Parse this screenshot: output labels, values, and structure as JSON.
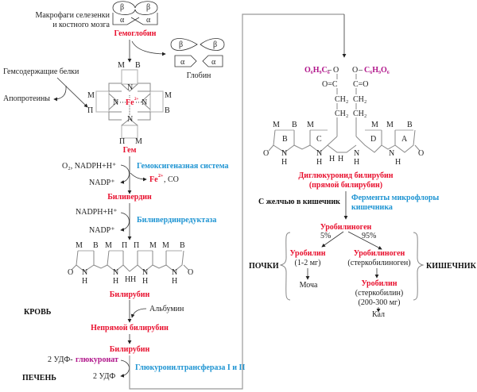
{
  "hemoglobin": {
    "source": [
      "Макрофаги селезенки",
      "и костного мозга"
    ],
    "label": "Гемоглобин",
    "subunits": [
      "β",
      "β",
      "α",
      "α"
    ],
    "globin_label": "Глобин"
  },
  "heme": {
    "side_input": "Гемсодержащие белки",
    "side_output": "Апопротеины",
    "substituents": [
      "М",
      "В",
      "М",
      "М",
      "П",
      "В",
      "П",
      "М"
    ],
    "center": "Fe",
    "center_charge": "2+",
    "nitrogen": "N",
    "label": "Гем"
  },
  "step1": {
    "inputs": "O₂, NADPH+H⁺",
    "output": "NADP⁺",
    "enzyme": "Гемоксигеназная система",
    "products_fe": "Fe",
    "products_fe_charge": "2+",
    "products_co": ", CO"
  },
  "biliverdin": {
    "label": "Биливердин"
  },
  "step2": {
    "input": "NADPH+H⁺",
    "output": "NADP⁺",
    "enzyme": "Биливердинредуктаза"
  },
  "bilirubin_structure": {
    "top_labels": [
      "М",
      "В",
      "М",
      "П",
      "П",
      "М",
      "М",
      "В"
    ],
    "o": "O",
    "n": "N",
    "h": "H"
  },
  "blood": {
    "section_label": "КРОВЬ",
    "bilirubin": "Билирубин",
    "albumin": "Альбумин",
    "indirect": "Непрямой билирубин"
  },
  "liver": {
    "section_label": "ПЕЧЕНЬ",
    "bilirubin": "Билирубин",
    "udp_prefix": "2 УДФ-",
    "udp_glucuronate": "глюкуронат",
    "udp_out": "2 УДФ",
    "enzyme": "Глюкуронилтрансфераза I и II"
  },
  "conjugate": {
    "left_group": "O₆H₉C₆",
    "right_group": "C₆H₉O₆",
    "o": "O",
    "dash": "–",
    "carbonyl_left": "O=C",
    "carbonyl_right": "C=O",
    "ch2": "CH₂",
    "ring_letters": [
      "B",
      "C",
      "D",
      "A"
    ],
    "top_labels": [
      "М",
      "В",
      "М",
      "М",
      "М",
      "В"
    ],
    "label_line1": "Диглюкуронид билирубин",
    "label_line2": "(прямой билирубин)"
  },
  "intestine": {
    "bile": "С желчью в кишечник",
    "enzyme_line1": "Ферменты микрофлоры",
    "enzyme_line2": "кишечника",
    "urobilinogen": "Уробилиноген",
    "pct_left": "5%",
    "pct_right": "95%",
    "kidneys": "ПОЧКИ",
    "bowel": "КИШЕЧНИК",
    "urobilin_left": "Уробилин",
    "urobilin_left_amount": "(1-2 мг)",
    "urine": "Моча",
    "urobilinogen_right": "Уробилиноген",
    "stercobilinogen": "(стеркобилиноген)",
    "urobilin_right": "Уробилин",
    "stercobilin": "(стеркобилин)",
    "stercobilin_amount": "(200-300 мг)",
    "feces": "Кал"
  }
}
